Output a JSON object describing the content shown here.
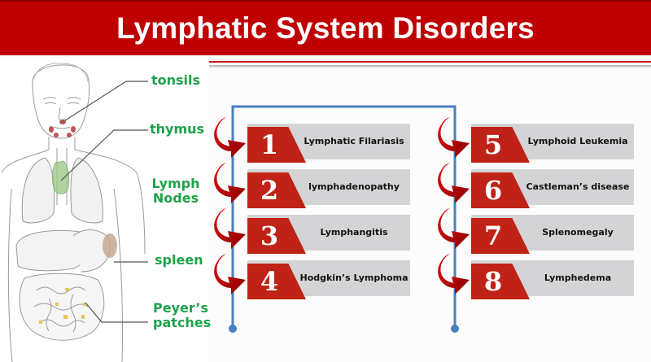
{
  "title": "Lymphatic System Disorders",
  "colors": {
    "title_bg": "#bf0000",
    "tab_red": "#bf2216",
    "bar_gray": "#d4d4d6",
    "connector_blue": "#4a7fc0",
    "label_green": "#1fa24a"
  },
  "anatomy": {
    "labels": [
      {
        "id": "tonsils",
        "text": "tonsils"
      },
      {
        "id": "thymus",
        "text": "thymus"
      },
      {
        "id": "lymph-nodes",
        "text": "Lymph Nodes"
      },
      {
        "id": "spleen",
        "text": "spleen"
      },
      {
        "id": "peyers-patches",
        "text": "Peyer’s patches"
      }
    ]
  },
  "disorders": [
    {
      "number": "1",
      "name": "Lymphatic Filariasis"
    },
    {
      "number": "2",
      "name": "lymphadenopathy"
    },
    {
      "number": "3",
      "name": "Lymphangitis"
    },
    {
      "number": "4",
      "name": "Hodgkin’s Lymphoma"
    },
    {
      "number": "5",
      "name": "Lymphoid Leukemia"
    },
    {
      "number": "6",
      "name": "Castleman’s disease"
    },
    {
      "number": "7",
      "name": "Splenomegaly"
    },
    {
      "number": "8",
      "name": "Lymphedema"
    }
  ]
}
